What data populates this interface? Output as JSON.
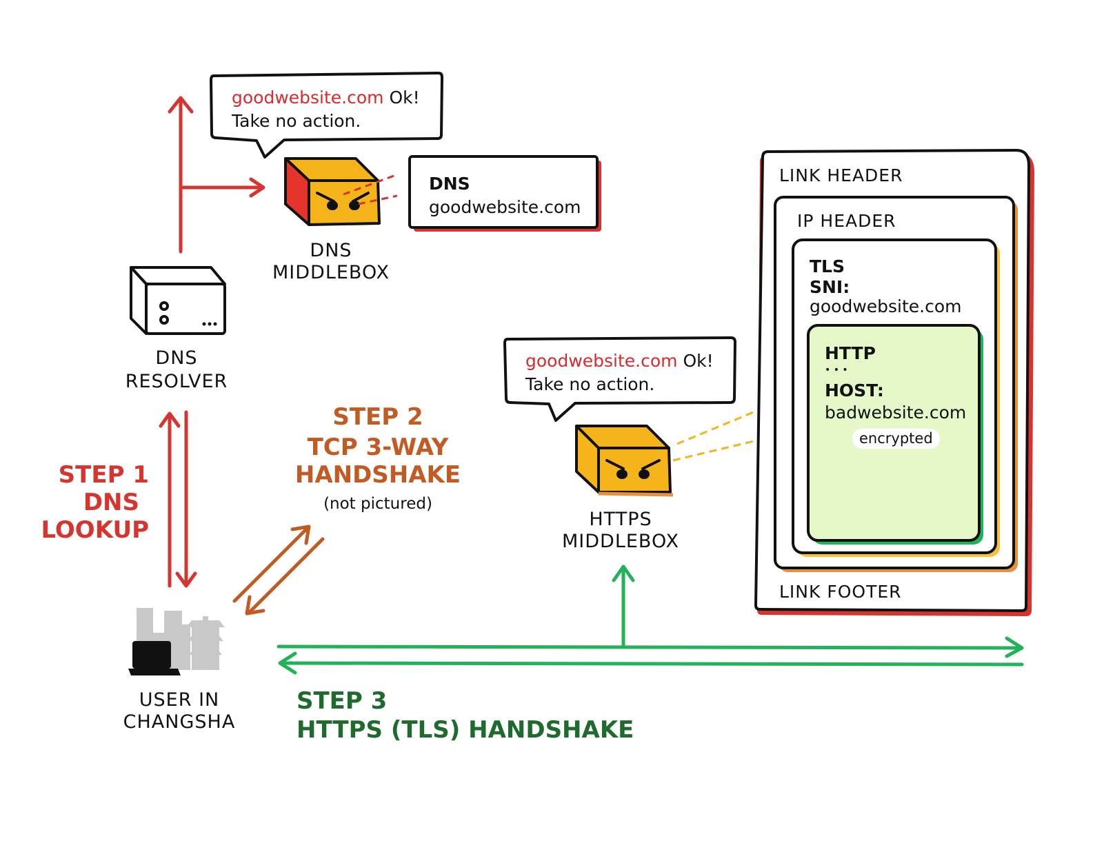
{
  "step1": {
    "line1": "STEP 1",
    "line2": "DNS",
    "line3": "LOOKUP"
  },
  "step2": {
    "line1": "STEP 2",
    "line2": "TCP 3-WAY",
    "line3": "HANDSHAKE",
    "note": "(not pictured)"
  },
  "step3": {
    "line1": "STEP 3",
    "line2": "HTTPS (TLS) HANDSHAKE"
  },
  "dns_resolver": {
    "line1": "DNS",
    "line2": "RESOLVER"
  },
  "dns_middlebox": {
    "line1": "DNS",
    "line2": "MIDDLEBOX"
  },
  "https_middlebox": {
    "line1": "HTTPS",
    "line2": "MIDDLEBOX"
  },
  "user": {
    "line1": "USER IN",
    "line2": "CHANGSHA"
  },
  "dns_bubble": {
    "domain": "goodwebsite.com",
    "ok": "Ok!",
    "action": "Take no action."
  },
  "https_bubble": {
    "domain": "goodwebsite.com",
    "ok": "Ok!",
    "action": "Take no action."
  },
  "dns_packet": {
    "label": "DNS",
    "domain": "goodwebsite.com"
  },
  "packet": {
    "link_header": "LINK HEADER",
    "ip_header": "IP HEADER",
    "tls": "TLS",
    "sni": "SNI:",
    "sni_domain": "goodwebsite.com",
    "http": "HTTP",
    "dots": "• • •",
    "host": "HOST:",
    "host_domain": "badwebsite.com",
    "encrypted": "encrypted",
    "link_footer": "LINK FOOTER"
  },
  "colors": {
    "red": "#d6352f",
    "orange": "#c25a24",
    "green": "#22b35a",
    "dark_green": "#1f6b2e",
    "box_yellow": "#f5b41a",
    "packet_yellow": "#f5c33b",
    "packet_orange": "#e8913a",
    "http_fill": "#e6f8c8"
  },
  "icons": [
    "middlebox-face-icon",
    "server-icon",
    "city-skyline-icon",
    "laptop-icon"
  ]
}
